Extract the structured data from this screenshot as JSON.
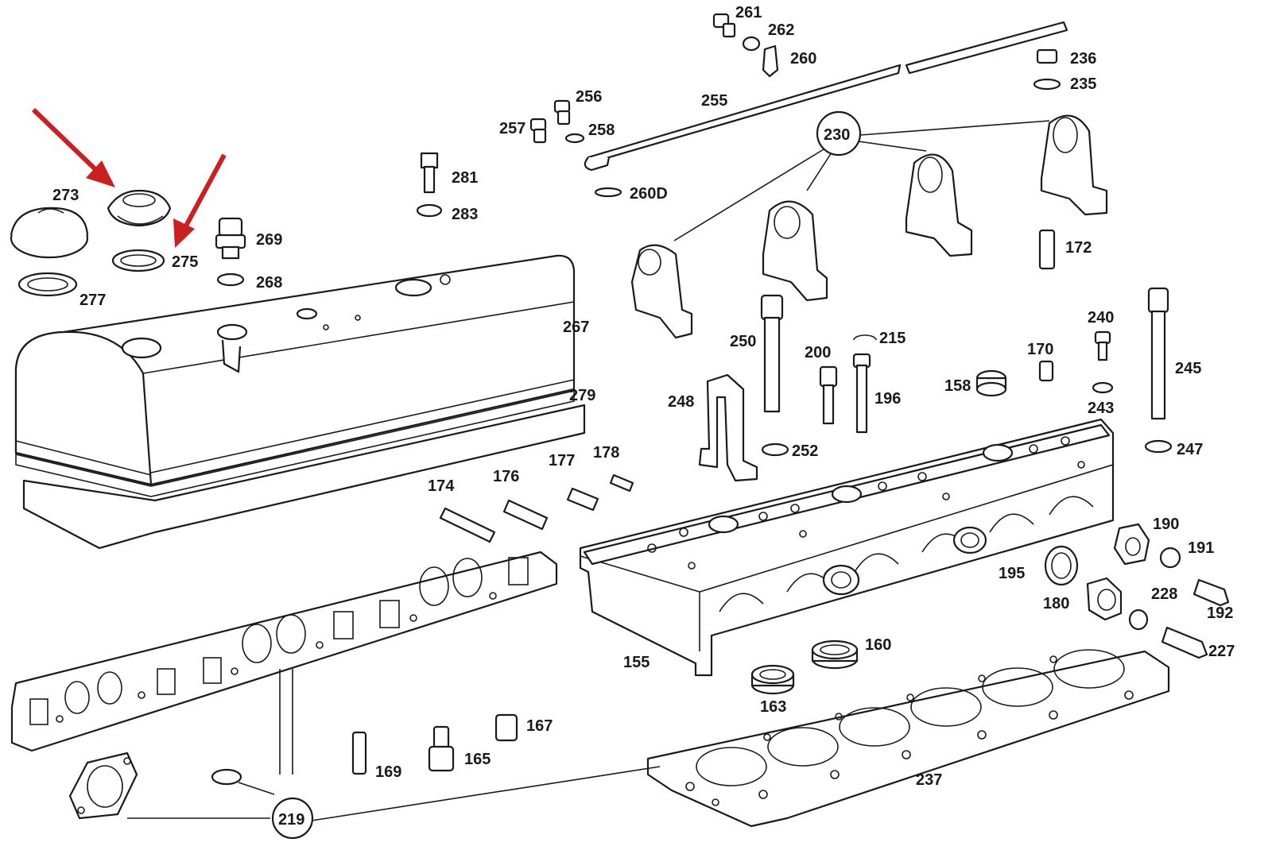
{
  "colors": {
    "line": "#1a1a1a",
    "arrow": "#cc1f1f",
    "background": "#ffffff"
  },
  "labels": {
    "p261": "261",
    "p262": "262",
    "p260": "260",
    "p236": "236",
    "p235": "235",
    "p256": "256",
    "p257": "257",
    "p258": "258",
    "p255": "255",
    "p230": "230",
    "p260d": "260D",
    "p281": "281",
    "p283": "283",
    "p273": "273",
    "p275": "275",
    "p269": "269",
    "p268": "268",
    "p277": "277",
    "p267": "267",
    "p279": "279",
    "p172": "172",
    "p240": "240",
    "p215": "215",
    "p250": "250",
    "p200": "200",
    "p196": "196",
    "p170": "170",
    "p158": "158",
    "p245": "245",
    "p243": "243",
    "p248": "248",
    "p252": "252",
    "p247": "247",
    "p174": "174",
    "p176": "176",
    "p177": "177",
    "p178": "178",
    "p190": "190",
    "p191": "191",
    "p195": "195",
    "p180": "180",
    "p228": "228",
    "p192": "192",
    "p227": "227",
    "p155": "155",
    "p160": "160",
    "p163": "163",
    "p167": "167",
    "p165": "165",
    "p169": "169",
    "p237": "237",
    "p219": "219"
  }
}
